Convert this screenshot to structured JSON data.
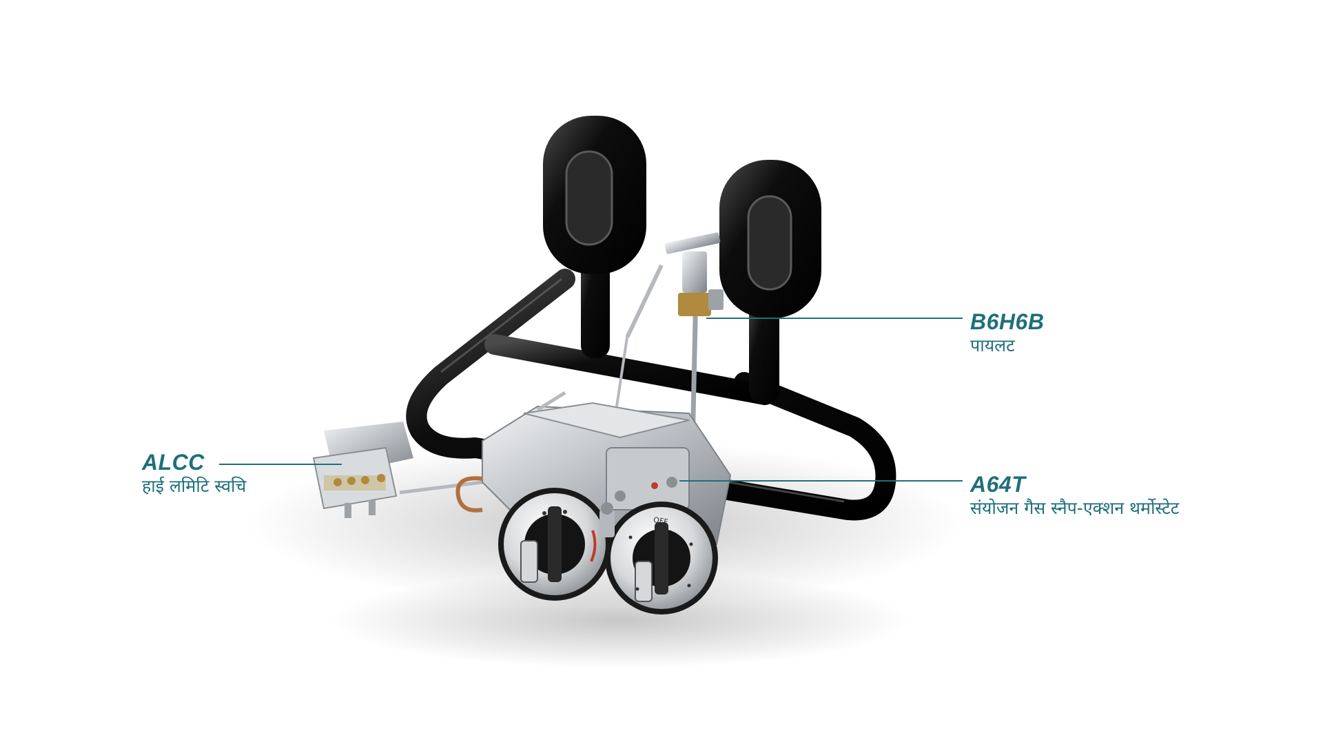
{
  "callouts": {
    "b6h6b": {
      "code": "B6H6B",
      "description": "पायलट"
    },
    "alcc": {
      "code": "ALCC",
      "description": "हाई लमिटि स्वचि"
    },
    "a64t": {
      "code": "A64T",
      "description": "संयोजन गैस स्नैप-एक्शन थर्मोस्टेट"
    }
  },
  "knobs": {
    "right_dial_label": "OFF"
  },
  "colors": {
    "accent": "#1f6f7a",
    "burner": "#111111",
    "metal": "#c9ccd0"
  }
}
